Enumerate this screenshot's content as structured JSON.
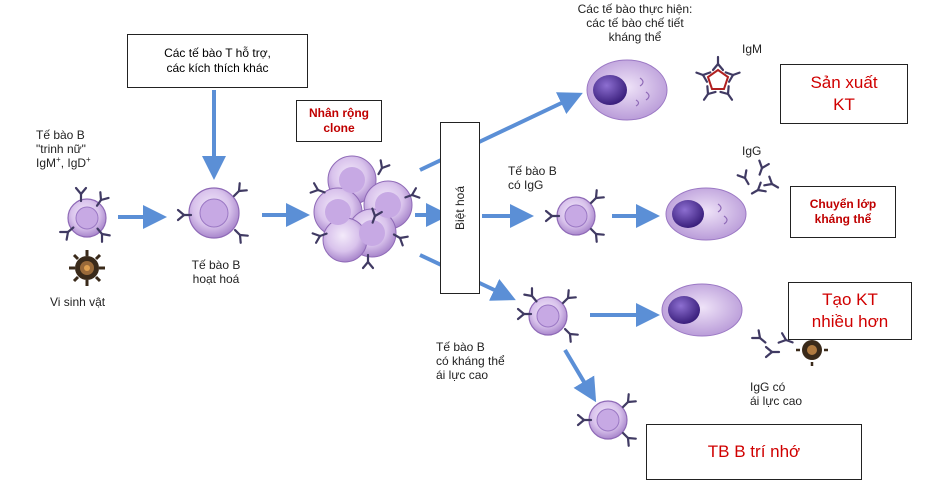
{
  "colors": {
    "arrow": "#5b8fd6",
    "cell_outer": "#cdb3e3",
    "cell_inner": "#8a63b8",
    "nucleus": "#4a2a8c",
    "antibody": "#403a63",
    "label_red": "#d00000"
  },
  "labels": {
    "naive_b_line1": "Tế bào B",
    "naive_b_line2": "\"trinh nữ\"",
    "naive_b_line3_a": "IgM",
    "naive_b_line3_b": ", IgD",
    "microbe": "Vi sinh vật",
    "helper_t_line1": "Các tế bào T hỗ trợ,",
    "helper_t_line2": "các kích thích khác",
    "activated_b_line1": "Tế bào B",
    "activated_b_line2": "hoạt hoá",
    "clonal_line1": "Nhân rộng",
    "clonal_line2": "clone",
    "differentiation": "Biệt hoá",
    "effector_line1": "Các tế bào thực hiện:",
    "effector_line2": "các tế bào chế tiết",
    "effector_line3": "kháng thể",
    "igm": "IgM",
    "igg_b_line1": "Tế bào B",
    "igg_b_line2": "có IgG",
    "igg": "IgG",
    "class_switch_line1": "Chuyển lớp",
    "class_switch_line2": "kháng thể",
    "hi_aff_b_line1": "Tế bào B",
    "hi_aff_b_line2": "có kháng thể",
    "hi_aff_b_line3": "ái lực cao",
    "igg_hi_line1": "IgG có",
    "igg_hi_line2": "ái lực cao",
    "box_produce_line1": "Sản xuất",
    "box_produce_line2": "KT",
    "box_more_line1": "Tạo KT",
    "box_more_line2": "nhiều hơn",
    "box_memory": "TB B trí nhớ"
  }
}
